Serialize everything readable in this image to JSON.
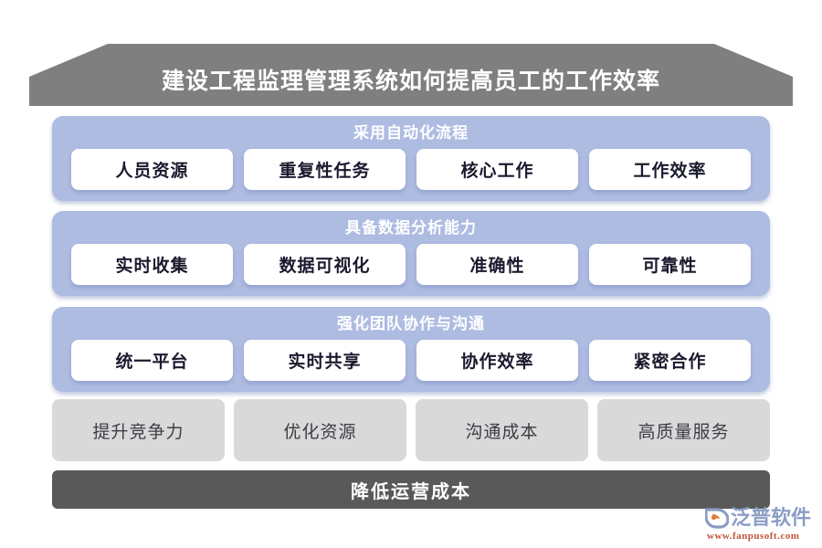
{
  "header": {
    "title": "建设工程监理管理系统如何提高员工的工作效率",
    "bg_color": "#7f7f7f"
  },
  "bands": [
    {
      "title": "采用自动化流程",
      "bg_color": "#aebce2",
      "cards": [
        "人员资源",
        "重复性任务",
        "核心工作",
        "工作效率"
      ]
    },
    {
      "title": "具备数据分析能力",
      "bg_color": "#aebce2",
      "cards": [
        "实时收集",
        "数据可视化",
        "准确性",
        "可靠性"
      ]
    },
    {
      "title": "强化团队协作与沟通",
      "bg_color": "#aebce2",
      "cards": [
        "统一平台",
        "实时共享",
        "协作效率",
        "紧密合作"
      ]
    }
  ],
  "outcomes": {
    "bg_color": "#d9d9d9",
    "cards": [
      "提升竞争力",
      "优化资源",
      "沟通成本",
      "高质量服务"
    ]
  },
  "footer": {
    "label": "降低运营成本",
    "bg_color": "#595959"
  },
  "watermark": {
    "icon": "fanpu-logo-icon",
    "brand": "泛普软件",
    "url": "www.fanpusoft.com",
    "brand_color": "#8a9ec4",
    "url_color": "#c0553a"
  }
}
